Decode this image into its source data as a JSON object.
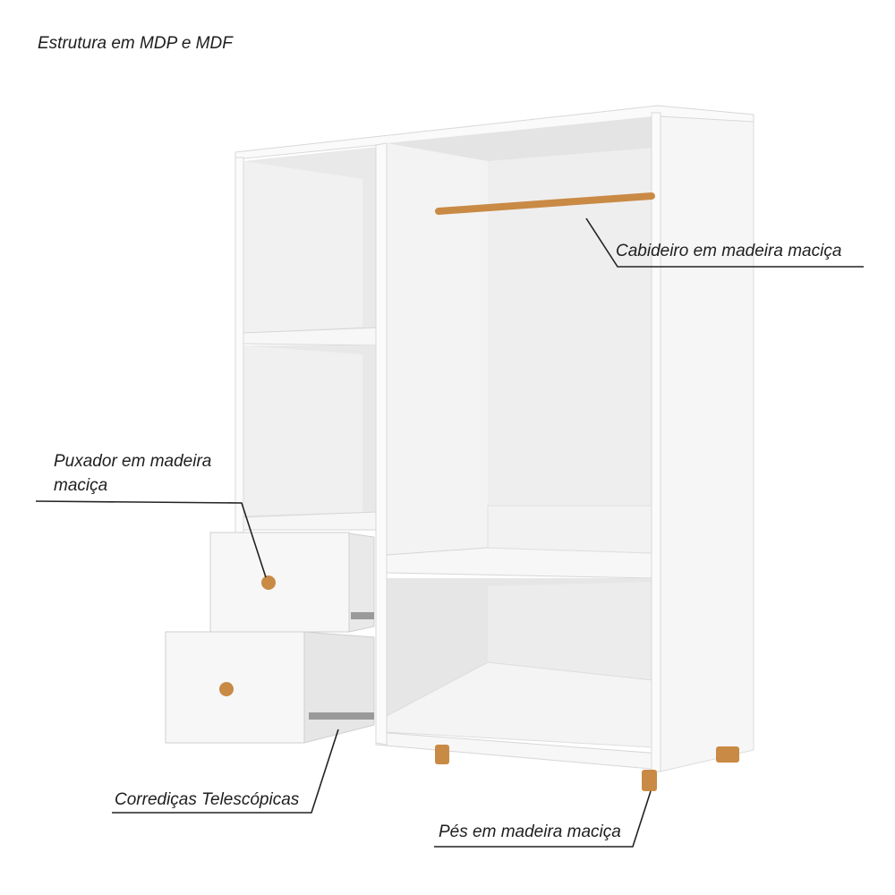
{
  "title": "Estrutura em MDP e MDF",
  "callouts": {
    "hanger_rod": "Cabideiro em madeira maciça",
    "handle_line1": "Puxador em madeira",
    "handle_line2": "maciça",
    "slides": "Corrediças Telescópicas",
    "feet": "Pés em madeira maciça"
  },
  "colors": {
    "wood": "#c98a45",
    "panel": "#f4f4f4",
    "interior": "#e6e6e6",
    "leader": "#222222"
  }
}
